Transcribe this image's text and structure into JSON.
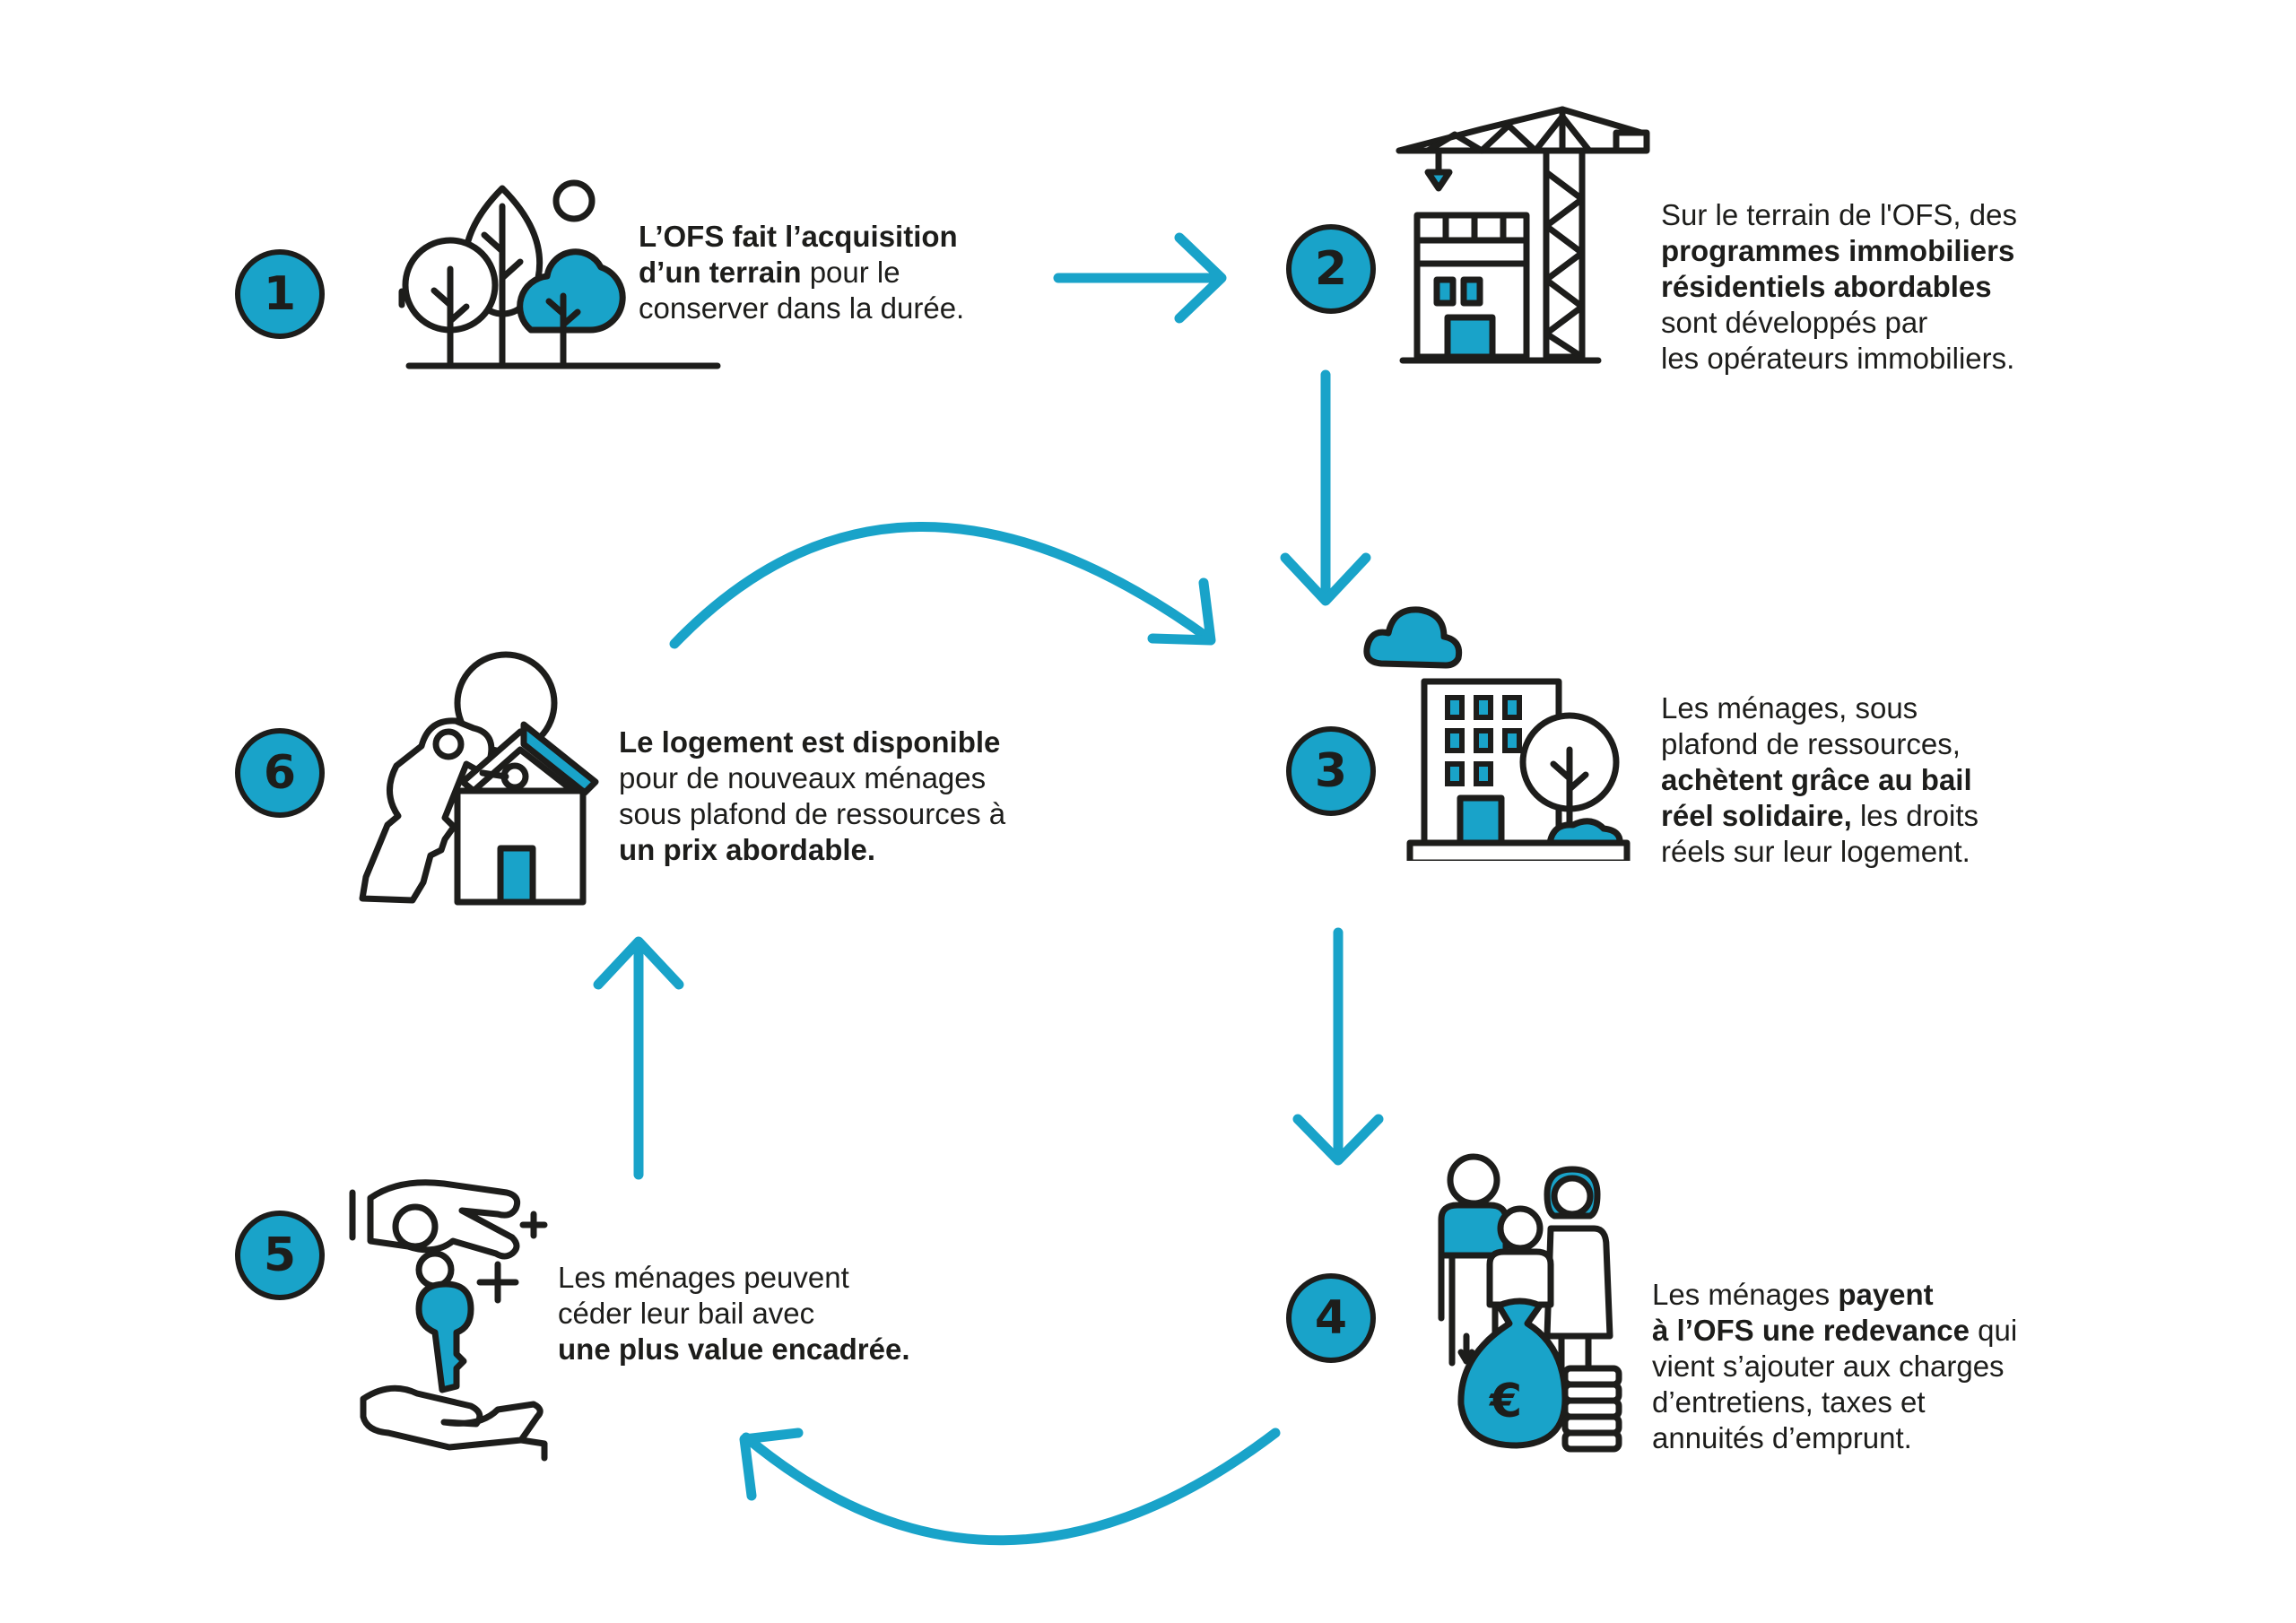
{
  "colors": {
    "accent": "#19a3c9",
    "ink": "#1d1d1b"
  },
  "steps": [
    {
      "number": "1",
      "icon": "trees-icon",
      "lines": [
        [
          [
            "L’OFS fait l’acquisition",
            true
          ]
        ],
        [
          [
            "d’un terrain",
            true
          ],
          [
            " pour le",
            false
          ]
        ],
        [
          [
            "conserver dans la durée.",
            false
          ]
        ]
      ]
    },
    {
      "number": "2",
      "icon": "construction-crane-icon",
      "lines": [
        [
          [
            "Sur le terrain de l'OFS, des",
            false
          ]
        ],
        [
          [
            "programmes immobiliers",
            true
          ]
        ],
        [
          [
            "résidentiels abordables",
            true
          ]
        ],
        [
          [
            "sont développés par",
            false
          ]
        ],
        [
          [
            "les opérateurs immobiliers.",
            false
          ]
        ]
      ]
    },
    {
      "number": "3",
      "icon": "apartment-building-icon",
      "lines": [
        [
          [
            "Les ménages, sous",
            false
          ]
        ],
        [
          [
            "plafond de ressources,",
            false
          ]
        ],
        [
          [
            "achètent grâce au bail",
            true
          ]
        ],
        [
          [
            "réel solidaire,",
            true
          ],
          [
            " les droits",
            false
          ]
        ],
        [
          [
            "réels sur leur logement.",
            false
          ]
        ]
      ]
    },
    {
      "number": "4",
      "icon": "family-money-bag-icon",
      "lines": [
        [
          [
            "Les ménages ",
            false
          ],
          [
            "payent",
            true
          ]
        ],
        [
          [
            "à l’OFS une redevance",
            true
          ],
          [
            " qui",
            false
          ]
        ],
        [
          [
            "vient s’ajouter aux charges",
            false
          ]
        ],
        [
          [
            "d’entretiens, taxes et",
            false
          ]
        ],
        [
          [
            "annuités d’emprunt.",
            false
          ]
        ]
      ]
    },
    {
      "number": "5",
      "icon": "key-handover-icon",
      "lines": [
        [
          [
            "Les ménages peuvent",
            false
          ]
        ],
        [
          [
            "céder leur bail avec",
            false
          ]
        ],
        [
          [
            "une plus value encadrée.",
            true
          ]
        ]
      ]
    },
    {
      "number": "6",
      "icon": "house-key-icon",
      "lines": [
        [
          [
            "Le logement est disponible",
            true
          ]
        ],
        [
          [
            "pour de nouveaux ménages",
            false
          ]
        ],
        [
          [
            "sous plafond de ressources à",
            false
          ]
        ],
        [
          [
            "un prix abordable.",
            true
          ]
        ]
      ]
    }
  ]
}
